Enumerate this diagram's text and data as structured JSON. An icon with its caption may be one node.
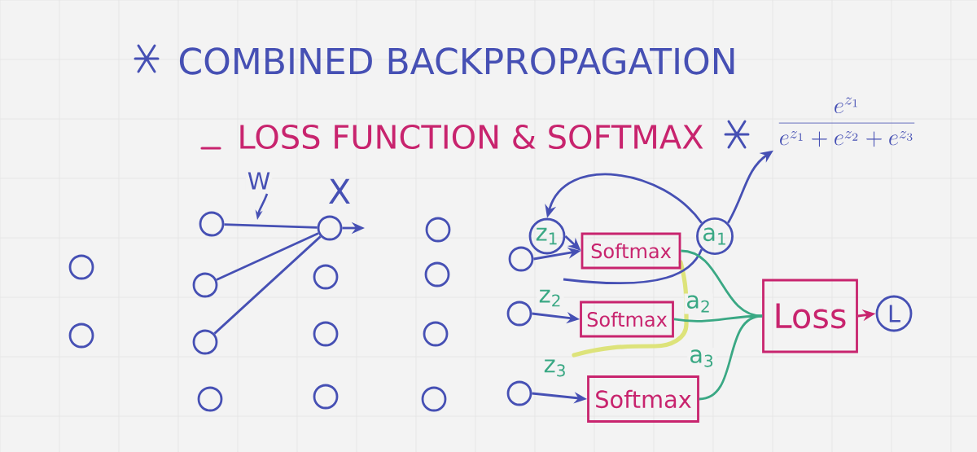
{
  "diagram": {
    "title": "COMBINED BACKPROPAGATION",
    "nodes": [
      {
        "text": [],
        "shape": "circle"
      },
      {
        "text": [],
        "shape": "circle"
      },
      {
        "text": [],
        "shape": "circle"
      },
      {
        "text": [],
        "shape": "circle"
      },
      {
        "text": [],
        "shape": "circle"
      },
      {
        "text": [],
        "shape": "circle"
      },
      {
        "text": [],
        "shape": "circle",
        "beside": [
          "X"
        ]
      },
      {
        "text": [],
        "shape": "circle"
      },
      {
        "text": [],
        "shape": "circle"
      },
      {
        "text": [],
        "shape": "circle"
      },
      {
        "text": [],
        "shape": "circle"
      },
      {
        "text": [],
        "shape": "circle"
      },
      {
        "text": [],
        "shape": "circle"
      },
      {
        "text": [],
        "shape": "circle"
      },
      {
        "text": [],
        "shape": "circle"
      },
      {
        "text": [],
        "shape": "circle"
      },
      {
        "text": [],
        "shape": "circle"
      },
      {
        "text": [
          "z$_{1}$"
        ]
      },
      {
        "text": [
          "Softmax"
        ]
      },
      {
        "text": [
          "Softmax"
        ]
      },
      {
        "text": [
          "Softmax"
        ]
      },
      {
        "text": [
          "a$_{1}$"
        ]
      },
      {
        "text": [
          "Loss"
        ]
      },
      {
        "text": [
          "L"
        ]
      },
      {
        "text": [
          "\\frac{e^{z_1}}{e^{z_1}+e^{z_2}+e^{z_3}}"
        ]
      }
    ],
    "edges": [
      {
        "from": 2,
        "to": 6,
        "arrow": "none",
        "label": "W"
      },
      {
        "from": 3,
        "to": 6,
        "arrow": "none"
      },
      {
        "from": 4,
        "to": 6,
        "arrow": "none"
      },
      {
        "from": 6,
        "to": null,
        "arrow": "to"
      },
      {
        "from": 14,
        "to": 18,
        "arrow": "to"
      },
      {
        "from": 17,
        "to": 18,
        "arrow": "to"
      },
      {
        "from": 15,
        "to": 19,
        "arrow": "to",
        "label": "z$_{2}$"
      },
      {
        "from": 16,
        "to": 20,
        "arrow": "to",
        "label": "z$_{3}$"
      },
      {
        "from": 21,
        "to": 17,
        "arrow": "to"
      },
      {
        "from": 21,
        "to": 24,
        "arrow": "to"
      },
      {
        "from": null,
        "to": 21,
        "arrow": "none"
      },
      {
        "from": 18,
        "to": 22,
        "arrow": "none",
        "color": "#3aa884"
      },
      {
        "from": 19,
        "to": 22,
        "arrow": "none",
        "color": "#3aa884",
        "label": "a$_{2}$"
      },
      {
        "from": 20,
        "to": 22,
        "arrow": "none",
        "color": "#3aa884",
        "label": "a$_{3}$"
      },
      {
        "from": 22,
        "to": 23,
        "arrow": "to",
        "color": "#c8246e"
      }
    ],
    "labels": [
      "LOSS FUNCTION & SOFTMAX"
    ]
  }
}
